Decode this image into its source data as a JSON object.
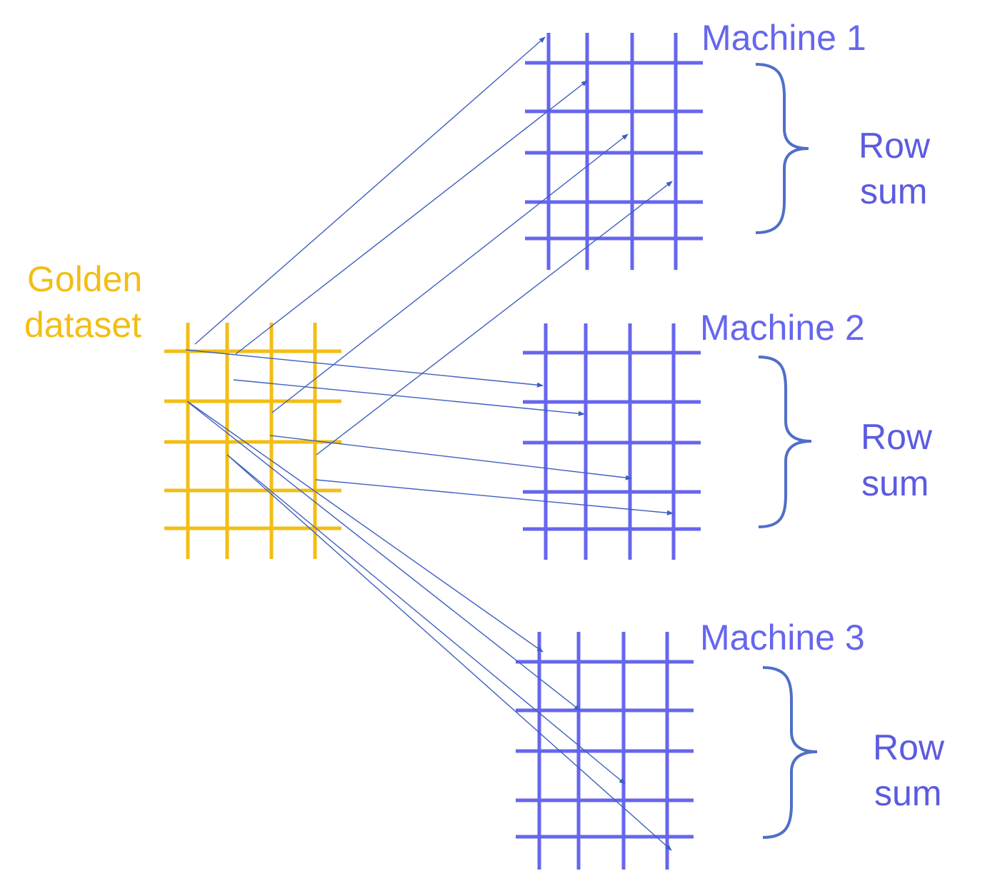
{
  "source": {
    "label_line1": "Golden",
    "label_line2": "dataset",
    "color": "#F2BE14"
  },
  "machines": [
    {
      "label": "Machine 1",
      "brace_line1": "Row",
      "brace_line2": "sum"
    },
    {
      "label": "Machine 2",
      "brace_line1": "Row",
      "brace_line2": "sum"
    },
    {
      "label": "Machine 3",
      "brace_line1": "Row",
      "brace_line2": "sum"
    }
  ],
  "colors": {
    "machine_grid": "#6666EE",
    "machine_label": "#6666EE",
    "brace": "#4F6FC8",
    "row_sum_text": "#5B5BE0",
    "arrow": "#3F5FC0"
  }
}
